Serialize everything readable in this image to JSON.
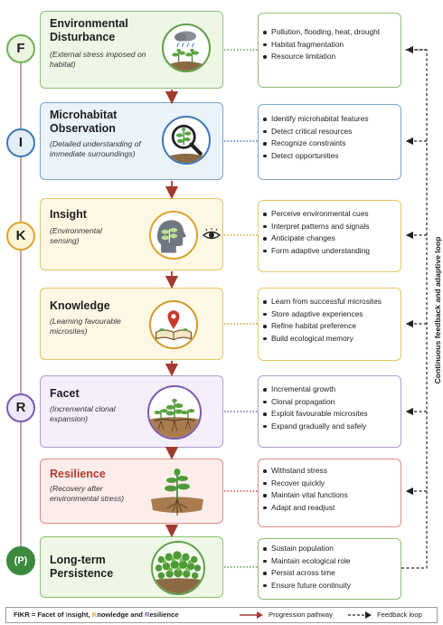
{
  "stages": [
    {
      "title": "Environmental Disturbance",
      "subtitle": "(External stress imposed on habitat)",
      "illustration": "plants-under-rain-cloud",
      "bullets": [
        "Pollution, flooding, heat, drought",
        "Habitat fragmentation",
        "Resource limitation"
      ],
      "border": "#8cc072",
      "fill": "#eef7e6",
      "accent": "#5fa044"
    },
    {
      "title": "Microhabitat Observation",
      "subtitle": "(Detailed understanding of immediate surroundings)",
      "illustration": "magnifying-glass-on-plant",
      "bullets": [
        "Identify microhabitat features",
        "Detect critical resources",
        "Recognize constraints",
        "Detect opportunities"
      ],
      "border": "#7aa6cf",
      "fill": "#eaf2fa",
      "accent": "#3e79b5"
    },
    {
      "title": "Insight",
      "subtitle": "(Environmental sensing)",
      "illustration": "head-with-plant-and-eye",
      "bullets": [
        "Perceive environmental cues",
        "Interpret patterns and signals",
        "Anticipate changes",
        "Form adaptive understanding"
      ],
      "border": "#e8c663",
      "fill": "#fdf7e4",
      "accent": "#dba52d"
    },
    {
      "title": "Knowledge",
      "subtitle": "(Learning favourable microsites)",
      "illustration": "open-book-with-location-pin",
      "bullets": [
        "Learn from successful microsites",
        "Store adaptive experiences",
        "Refine habitat preference",
        "Build ecological memory"
      ],
      "border": "#e8c663",
      "fill": "#fdf7e4",
      "accent": "#d49a2a"
    },
    {
      "title": "Facet",
      "subtitle": "(Incremental clonal expansion)",
      "illustration": "clonal-plants-with-runners",
      "bullets": [
        "Incremental growth",
        "Clonal propagation",
        "Exploit favourable microsites",
        "Expand gradually and safely"
      ],
      "border": "#b29ad3",
      "fill": "#f3eefa",
      "accent": "#7b5ab0"
    },
    {
      "title": "Resilience",
      "subtitle": "(Recovery after environmental stress)",
      "illustration": "seedling-with-roots",
      "bullets": [
        "Withstand stress",
        "Recover quickly",
        "Maintain vital functions",
        "Adapt and readjust"
      ],
      "border": "#df8c82",
      "fill": "#fcedeb",
      "accent": "#c14a3c"
    },
    {
      "title": "Long-term Persistence",
      "subtitle": "",
      "illustration": "dense-plant-population",
      "bullets": [
        "Sustain population",
        "Maintain ecological role",
        "Persist across time",
        "Ensure future continuity"
      ],
      "border": "#8cc072",
      "fill": "#eef7e6",
      "accent": "#5fa044"
    }
  ],
  "letters": [
    {
      "label": "F",
      "border": "#6fae54",
      "fill": "#eaf5df"
    },
    {
      "label": "I",
      "border": "#3e79b5",
      "fill": "#e4eef8"
    },
    {
      "label": "K",
      "border": "#dba52d",
      "fill": "#fdf3d6"
    },
    {
      "label": "R",
      "border": "#7b5ab0",
      "fill": "#efe8f8"
    },
    {
      "label": "(P)",
      "border": "#3c8a3e",
      "fill": "#3c8a3e"
    }
  ],
  "feedback_label": "Continuous feedback and adaptive loop",
  "legend": {
    "prefix": "FIKR = Facet of ",
    "insight_initial": "I",
    "insight_rest": "nsight, ",
    "knowledge_initial": "K",
    "knowledge_rest": "nowledge and ",
    "resilience_initial": "R",
    "resilience_rest": "esilience",
    "progression": "Progression pathway",
    "feedback": "Feedback loop",
    "colors": {
      "insight": "#3e79b5",
      "knowledge": "#dba52d",
      "resilience": "#7b5ab0",
      "progression": "#a33a2e"
    }
  }
}
